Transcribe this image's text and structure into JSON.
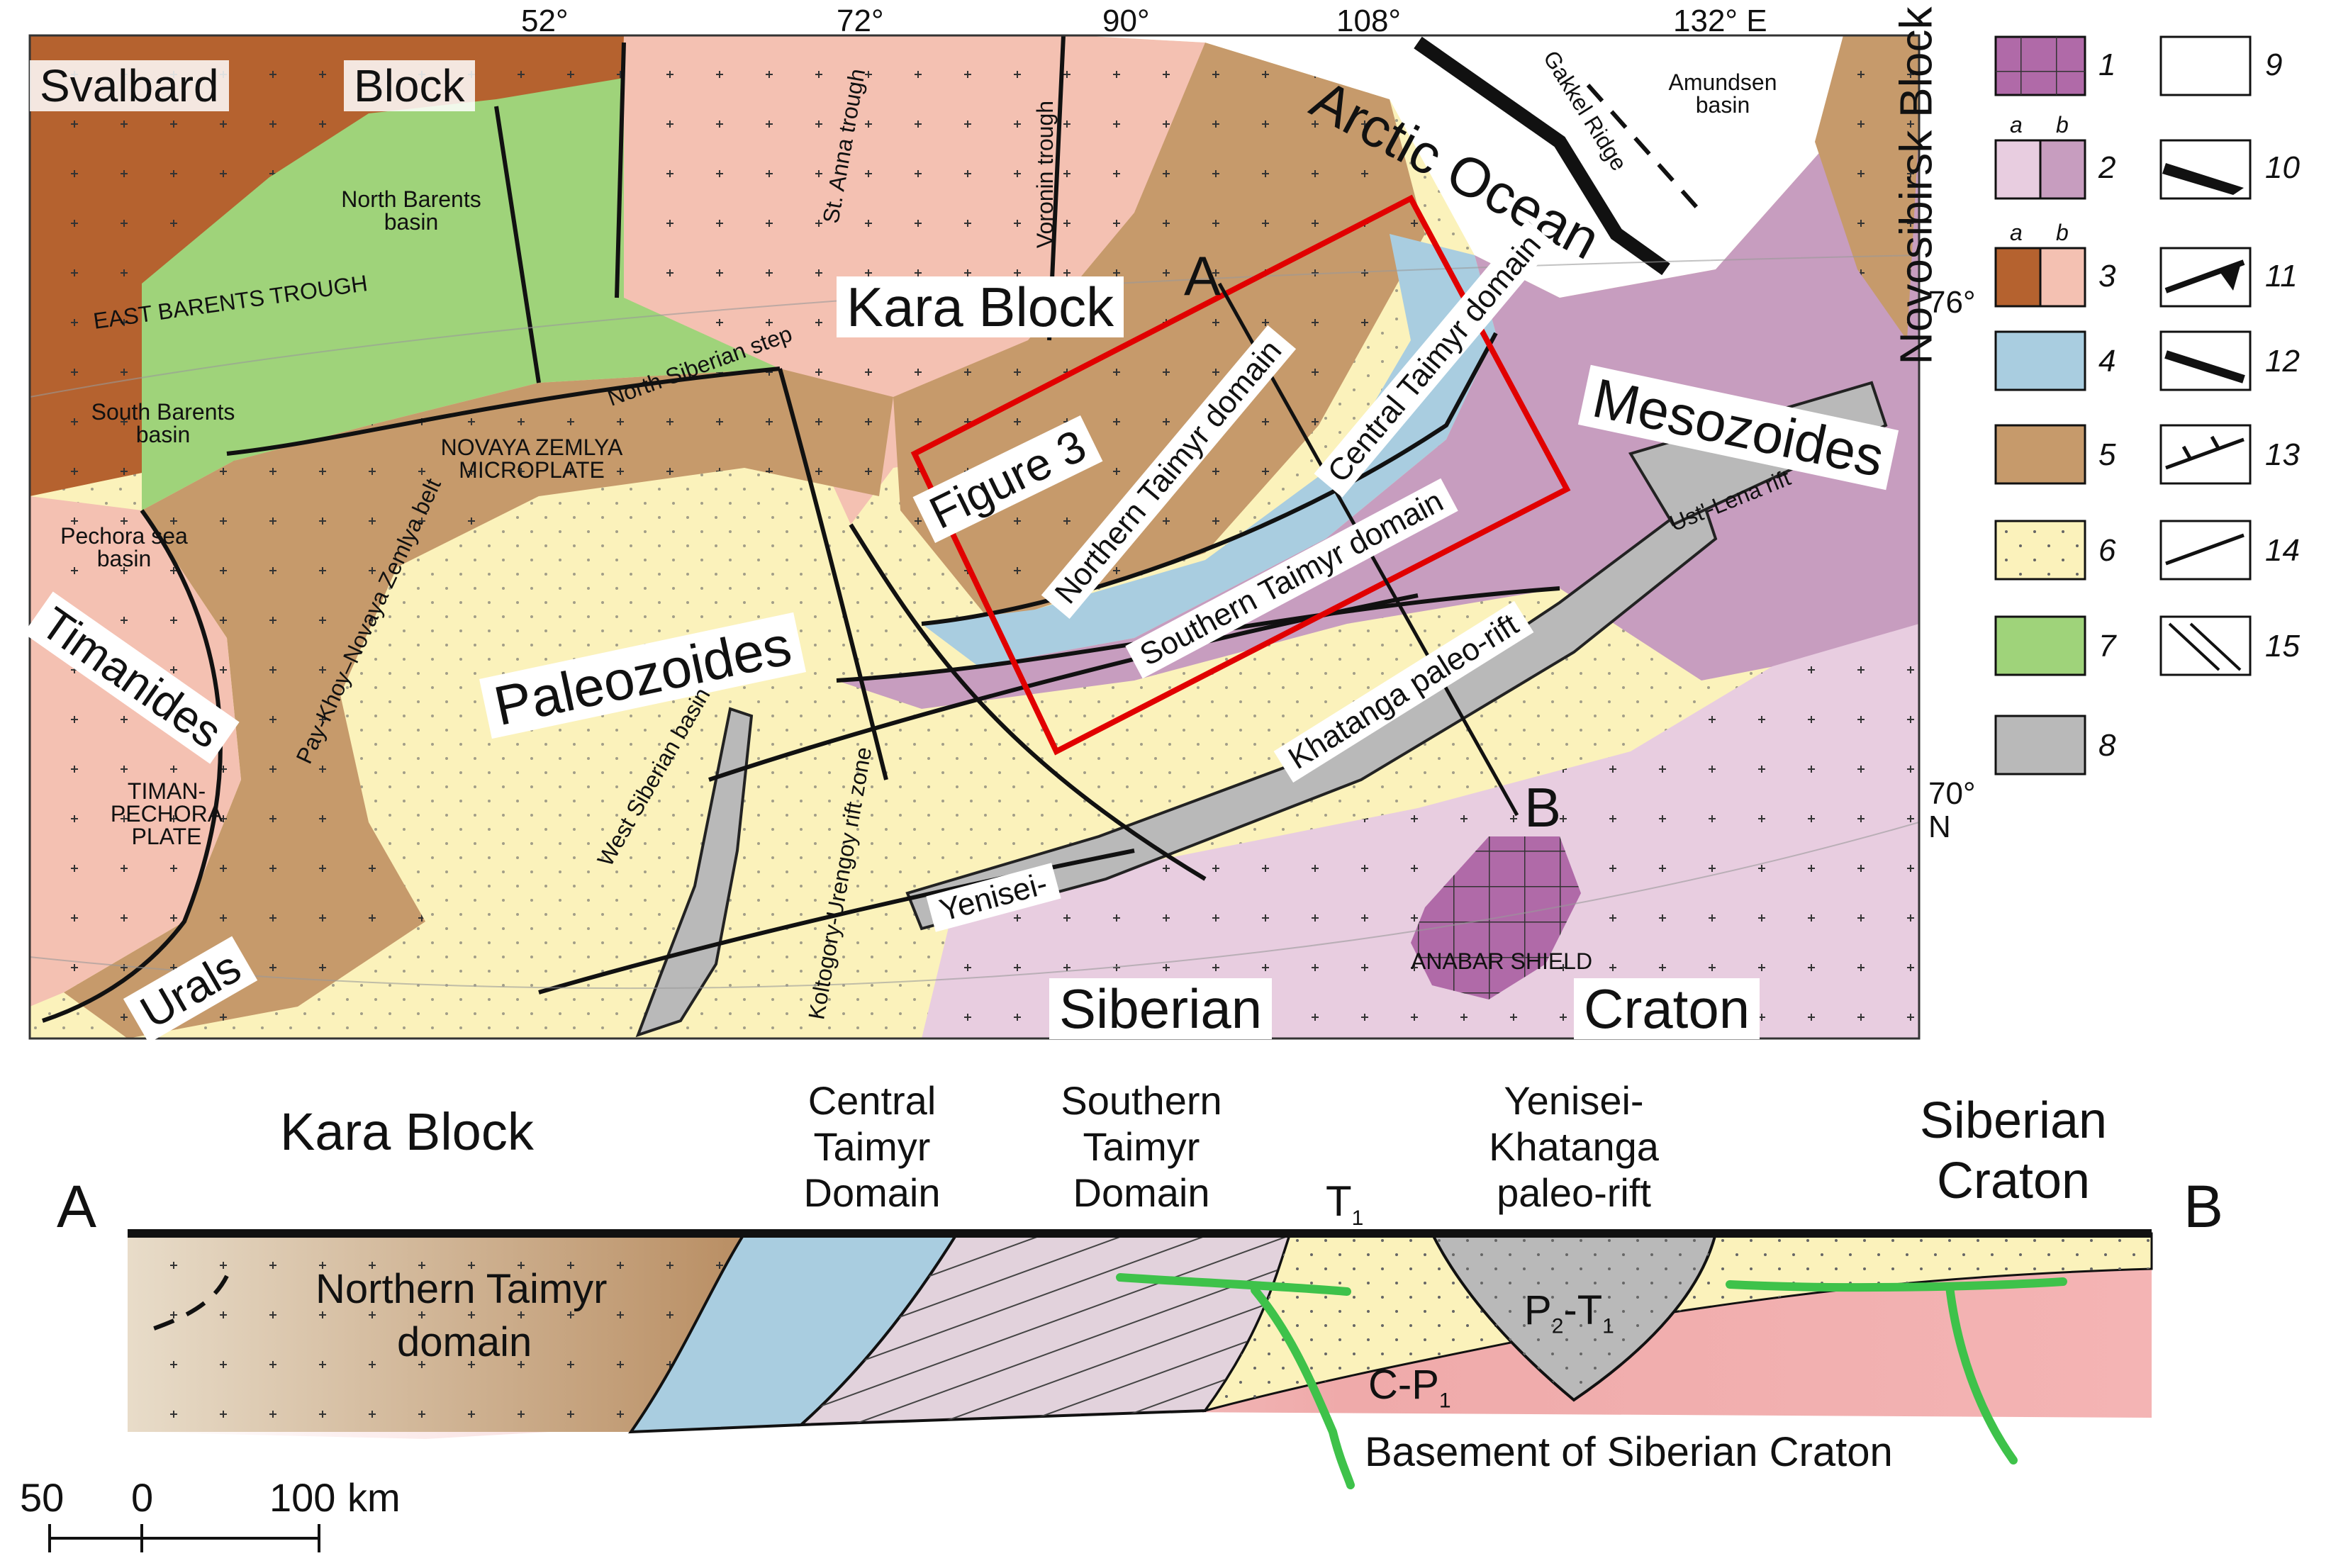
{
  "map": {
    "lon_ticks": [
      "52°",
      "72°",
      "90°",
      "108°",
      "132° E"
    ],
    "lat_ticks": [
      "76°",
      "70°",
      "N"
    ],
    "regions": {
      "svalbard": "Svalbard",
      "block": "Block",
      "east_barents": "EAST BARENTS TROUGH",
      "north_barents": "North Barents basin",
      "south_barents": "South Barents basin",
      "st_anna": "St. Anna trough",
      "voronin": "Voronin trough",
      "kara_block": "Kara Block",
      "arctic_ocean": "Arctic Ocean",
      "gakkel": "Gakkel Ridge",
      "amundsen": "Amundsen basin",
      "novosibirsk": "Novosibirsk Block",
      "north_siberian_step": "North Siberian step",
      "novaya_zemlya_microplate": "NOVAYA ZEMLYA MICROPLATE",
      "pay_khoy": "Pay-Khoy–Novaya Zemlya belt",
      "pechora_sea": "Pechora sea basin",
      "timanides": "Timanides",
      "timan_pechora": "TIMAN-PECHORA PLATE",
      "urals": "Urals",
      "paleozoides": "Paleozoides",
      "west_siberian": "West Siberian basin",
      "koltogory": "Koltogory-Urengoy rift zone",
      "figure3": "Figure 3",
      "northern_taimyr": "Northern Taimyr domain",
      "central_taimyr": "Central Taimyr domain",
      "southern_taimyr": "Southern Taimyr domain",
      "khatanga": "Khatanga paleo-rift",
      "yenisei": "Yenisei-",
      "mesozoides": "Mesozoides",
      "ust_lena": "Ust'-Lena rift",
      "anabar": "ANABAR SHIELD",
      "siberian": "Siberian",
      "craton": "Craton",
      "point_a": "A",
      "point_b": "B"
    }
  },
  "legend": {
    "items": [
      {
        "num": "1",
        "color": "#b06aa8"
      },
      {
        "num": "2",
        "sub_a": "a",
        "sub_b": "b",
        "color_a": "#e8cde0",
        "color_b": "#c79dbf"
      },
      {
        "num": "3",
        "sub_a": "a",
        "sub_b": "b",
        "color_a": "#b5622f",
        "color_b": "#f4c1b2"
      },
      {
        "num": "4",
        "color": "#a9cde0"
      },
      {
        "num": "5",
        "color": "#c69a6b"
      },
      {
        "num": "6",
        "color": "#fbf2bb"
      },
      {
        "num": "7",
        "color": "#9fd37a"
      },
      {
        "num": "8",
        "color": "#b9b9b9"
      },
      {
        "num": "9",
        "color": "#ffffff"
      },
      {
        "num": "10"
      },
      {
        "num": "11"
      },
      {
        "num": "12"
      },
      {
        "num": "13"
      },
      {
        "num": "14"
      },
      {
        "num": "15"
      }
    ]
  },
  "section": {
    "kara_block": "Kara Block",
    "central_1": "Central",
    "central_2": "Taimyr",
    "central_3": "Domain",
    "southern_1": "Southern",
    "southern_2": "Taimyr",
    "southern_3": "Domain",
    "yenisei_1": "Yenisei-",
    "yenisei_2": "Khatanga",
    "yenisei_3": "paleo-rift",
    "siberian_1": "Siberian",
    "siberian_2": "Craton",
    "end_a": "A",
    "end_b": "B",
    "t1": "T",
    "t1_sub": "1",
    "northern_1": "Northern Taimyr",
    "northern_2": "domain",
    "p2t1_p": "P",
    "p2t1_2": "2",
    "p2t1_t": "-T",
    "p2t1_1": "1",
    "cp1": "C-P",
    "cp1_sub": "1",
    "basement": "Basement of Siberian  Craton"
  },
  "scale_bar": {
    "ticks": [
      "50",
      "0",
      "100"
    ],
    "unit": "km"
  }
}
